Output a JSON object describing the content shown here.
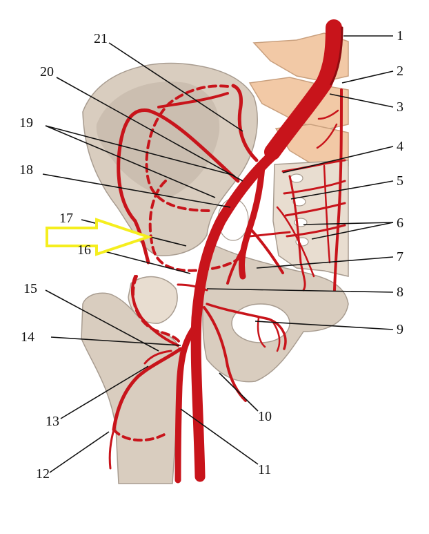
{
  "colors": {
    "background": "#ffffff",
    "bone": "#d9cdbf",
    "bone_shadow": "#a89c90",
    "bone_light": "#e8ddd0",
    "vertebra": "#f2c9a6",
    "artery": "#c8141b",
    "artery_dark": "#8e0c10",
    "artery_dashed": "#c8141b",
    "leader": "#111111",
    "arrow": "#f5ee1e"
  },
  "labels": [
    {
      "id": "1",
      "text": "1"
    },
    {
      "id": "2",
      "text": "2"
    },
    {
      "id": "3",
      "text": "3"
    },
    {
      "id": "4",
      "text": "4"
    },
    {
      "id": "5",
      "text": "5"
    },
    {
      "id": "6",
      "text": "6"
    },
    {
      "id": "7",
      "text": "7"
    },
    {
      "id": "8",
      "text": "8"
    },
    {
      "id": "9",
      "text": "9"
    },
    {
      "id": "10",
      "text": "10"
    },
    {
      "id": "11",
      "text": "11"
    },
    {
      "id": "12",
      "text": "12"
    },
    {
      "id": "13",
      "text": "13"
    },
    {
      "id": "14",
      "text": "14"
    },
    {
      "id": "15",
      "text": "15"
    },
    {
      "id": "16",
      "text": "16"
    },
    {
      "id": "17",
      "text": "17"
    },
    {
      "id": "18",
      "text": "18"
    },
    {
      "id": "19",
      "text": "19"
    },
    {
      "id": "20",
      "text": "20"
    },
    {
      "id": "21",
      "text": "21"
    }
  ],
  "icons": {
    "pointer": "arrow-right-icon"
  }
}
